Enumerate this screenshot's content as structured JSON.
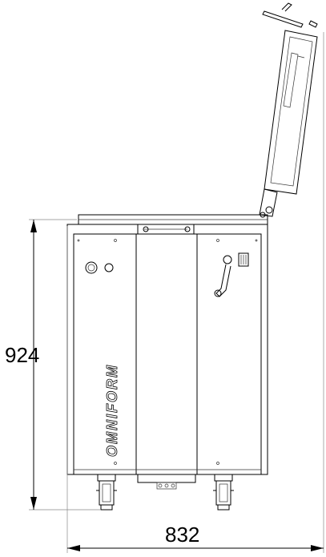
{
  "dimensions": {
    "height_label": "924",
    "width_label": "832"
  },
  "logo": {
    "text": "OMNIFORM",
    "style": "rotated-vertical-outline"
  },
  "colors": {
    "line": "#000000",
    "background": "#ffffff"
  }
}
